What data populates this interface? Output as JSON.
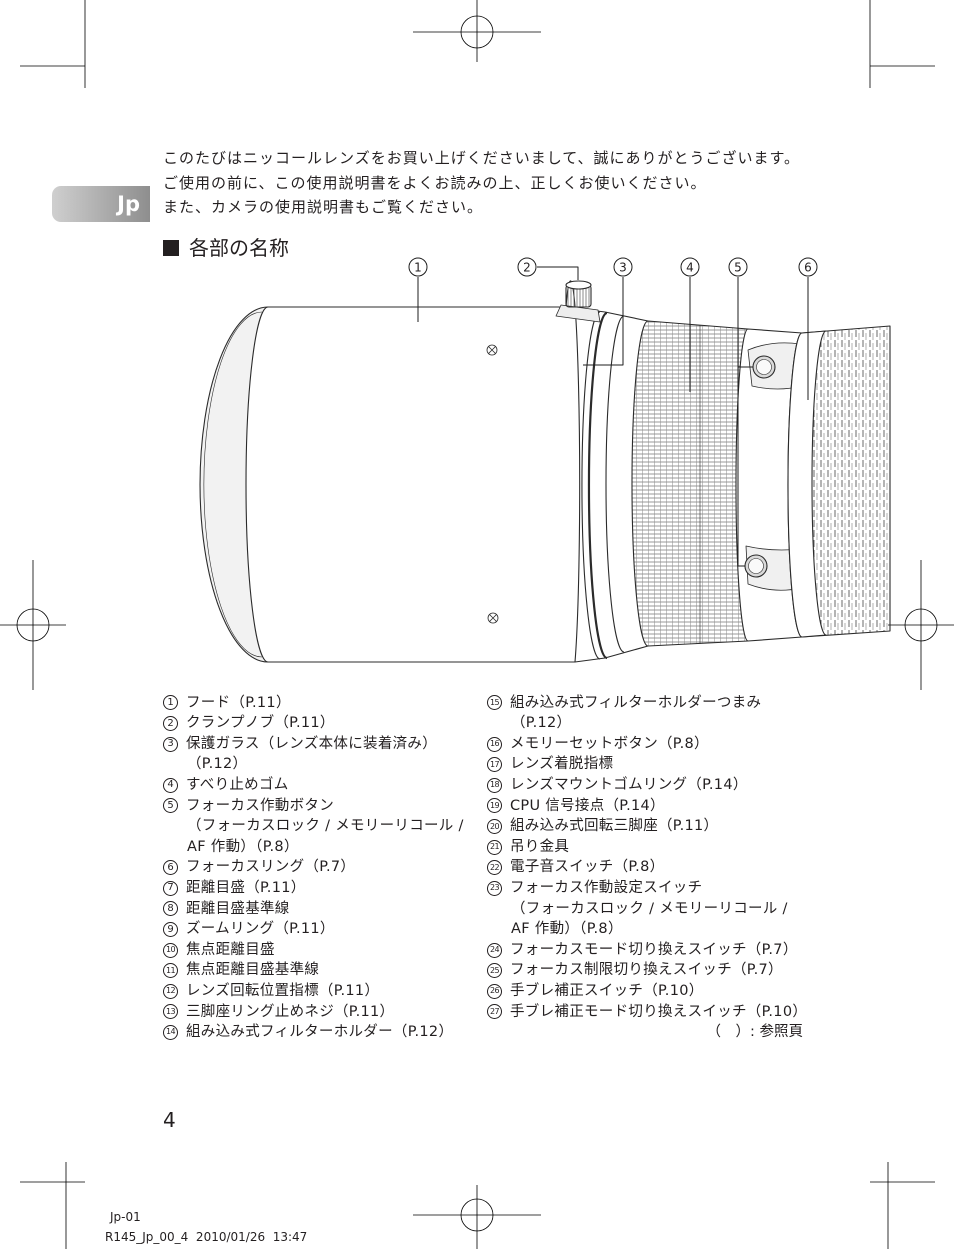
{
  "tab": {
    "label": "Jp"
  },
  "intro": {
    "lines": [
      "このたびはニッコールレンズをお買い上げくださいまして、誠にありがとうございます。",
      "ご使用の前に、この使用説明書をよくお読みの上、正しくお使いください。",
      "また、カメラの使用説明書もご覧ください。"
    ]
  },
  "section": {
    "bullet_icon": "square-icon",
    "title": "各部の名称"
  },
  "illustration": {
    "callouts": [
      "1",
      "2",
      "3",
      "4",
      "5",
      "6"
    ]
  },
  "parts": {
    "left": [
      {
        "num": "1",
        "lines": [
          "フード（P.11）"
        ]
      },
      {
        "num": "2",
        "lines": [
          "クランプノブ（P.11）"
        ]
      },
      {
        "num": "3",
        "lines": [
          "保護ガラス（レンズ本体に装着済み）",
          "（P.12）"
        ]
      },
      {
        "num": "4",
        "lines": [
          "すべり止めゴム"
        ]
      },
      {
        "num": "5",
        "lines": [
          "フォーカス作動ボタン",
          "（フォーカスロック / メモリーリコール /",
          "AF 作動）（P.8）"
        ]
      },
      {
        "num": "6",
        "lines": [
          "フォーカスリング（P.7）"
        ]
      },
      {
        "num": "7",
        "lines": [
          "距離目盛（P.11）"
        ]
      },
      {
        "num": "8",
        "lines": [
          "距離目盛基準線"
        ]
      },
      {
        "num": "9",
        "lines": [
          "ズームリング（P.11）"
        ]
      },
      {
        "num": "10",
        "lines": [
          "焦点距離目盛"
        ]
      },
      {
        "num": "11",
        "lines": [
          "焦点距離目盛基準線"
        ]
      },
      {
        "num": "12",
        "lines": [
          "レンズ回転位置指標（P.11）"
        ]
      },
      {
        "num": "13",
        "lines": [
          "三脚座リング止めネジ（P.11）"
        ]
      },
      {
        "num": "14",
        "lines": [
          "組み込み式フィルターホルダー（P.12）"
        ]
      }
    ],
    "right": [
      {
        "num": "15",
        "lines": [
          "組み込み式フィルターホルダーつまみ",
          "（P.12）"
        ]
      },
      {
        "num": "16",
        "lines": [
          "メモリーセットボタン（P.8）"
        ]
      },
      {
        "num": "17",
        "lines": [
          "レンズ着脱指標"
        ]
      },
      {
        "num": "18",
        "lines": [
          "レンズマウントゴムリング（P.14）"
        ]
      },
      {
        "num": "19",
        "lines": [
          "CPU 信号接点（P.14）"
        ]
      },
      {
        "num": "20",
        "lines": [
          "組み込み式回転三脚座（P.11）"
        ]
      },
      {
        "num": "21",
        "lines": [
          "吊り金具"
        ]
      },
      {
        "num": "22",
        "lines": [
          "電子音スイッチ（P.8）"
        ]
      },
      {
        "num": "23",
        "lines": [
          "フォーカス作動設定スイッチ",
          "（フォーカスロック / メモリーリコール /",
          "AF 作動）（P.8）"
        ]
      },
      {
        "num": "24",
        "lines": [
          "フォーカスモード切り換えスイッチ（P.7）"
        ]
      },
      {
        "num": "25",
        "lines": [
          "フォーカス制限切り換えスイッチ（P.7）"
        ]
      },
      {
        "num": "26",
        "lines": [
          "手ブレ補正スイッチ（P.10）"
        ]
      },
      {
        "num": "27",
        "lines": [
          "手ブレ補正モード切り換えスイッチ（P.10）"
        ]
      }
    ],
    "note": "（　）: 参照頁"
  },
  "page": {
    "number": "4"
  },
  "footer": {
    "code": "Jp-01",
    "file": "R145_Jp_00_4  2010/01/26  13:47"
  },
  "colors": {
    "text": "#231f20",
    "tab_light": "#cfcfcf",
    "tab_dark": "#8e8e8e",
    "line": "#2b2b2b"
  }
}
